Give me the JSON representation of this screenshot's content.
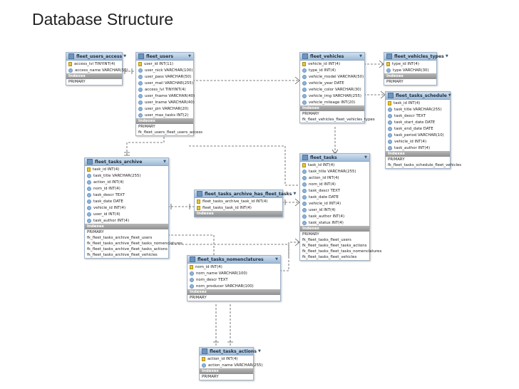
{
  "page_title": "Database Structure",
  "index_header": "Indexes",
  "tables": [
    {
      "name": "fleet_users_access",
      "columns": [
        {
          "text": "access_lvl TINYINT(4)",
          "key": true
        },
        {
          "text": "access_name VARCHAR(50)",
          "key": false
        }
      ],
      "indexes": [
        "PRIMARY"
      ]
    },
    {
      "name": "fleet_users",
      "columns": [
        {
          "text": "user_id INT(11)",
          "key": true
        },
        {
          "text": "user_nick VARCHAR(100)",
          "key": false
        },
        {
          "text": "user_pass VARCHAR(50)",
          "key": false
        },
        {
          "text": "user_mail VARCHAR(255)",
          "key": false
        },
        {
          "text": "access_lvl TINYINT(4)",
          "key": false
        },
        {
          "text": "user_fname VARCHAR(40)",
          "key": false
        },
        {
          "text": "user_lname VARCHAR(40)",
          "key": false
        },
        {
          "text": "user_pin VARCHAR(20)",
          "key": false
        },
        {
          "text": "user_max_tasks INT(2)",
          "key": false
        }
      ],
      "indexes": [
        "PRIMARY",
        "fk_fleet_users_fleet_users_access"
      ]
    },
    {
      "name": "fleet_vehicles",
      "columns": [
        {
          "text": "vehicle_id INT(4)",
          "key": true
        },
        {
          "text": "type_id INT(4)",
          "key": false
        },
        {
          "text": "vehicle_model VARCHAR(50)",
          "key": false
        },
        {
          "text": "vehicle_year DATE",
          "key": false
        },
        {
          "text": "vehicle_color VARCHAR(30)",
          "key": false
        },
        {
          "text": "vehicle_img VARCHAR(255)",
          "key": false
        },
        {
          "text": "vehicle_mileage INT(20)",
          "key": false
        }
      ],
      "indexes": [
        "PRIMARY",
        "fk_fleet_vehicles_fleet_vehicles_types"
      ]
    },
    {
      "name": "fleet_vehicles_types",
      "columns": [
        {
          "text": "type_id INT(4)",
          "key": true
        },
        {
          "text": "type VARCHAR(30)",
          "key": false
        }
      ],
      "indexes": [
        "PRIMARY"
      ]
    },
    {
      "name": "fleet_tasks_schedule",
      "columns": [
        {
          "text": "task_id INT(4)",
          "key": true
        },
        {
          "text": "task_title VARCHAR(255)",
          "key": false
        },
        {
          "text": "task_descr TEXT",
          "key": false
        },
        {
          "text": "task_start_date DATE",
          "key": false
        },
        {
          "text": "task_end_date DATE",
          "key": false
        },
        {
          "text": "task_period VARCHAR(10)",
          "key": false
        },
        {
          "text": "vehicle_id INT(4)",
          "key": false
        },
        {
          "text": "task_author INT(4)",
          "key": false
        }
      ],
      "indexes": [
        "PRIMARY",
        "fk_fleet_tasks_schedule_fleet_vehicles"
      ]
    },
    {
      "name": "fleet_tasks_archive",
      "columns": [
        {
          "text": "task_id INT(4)",
          "key": true
        },
        {
          "text": "task_title VARCHAR(255)",
          "key": false
        },
        {
          "text": "action_id INT(4)",
          "key": false
        },
        {
          "text": "nom_id INT(4)",
          "key": false
        },
        {
          "text": "task_descr TEXT",
          "key": false
        },
        {
          "text": "task_date DATE",
          "key": false
        },
        {
          "text": "vehicle_id INT(4)",
          "key": false
        },
        {
          "text": "user_id INT(4)",
          "key": false
        },
        {
          "text": "task_author INT(4)",
          "key": false
        }
      ],
      "indexes": [
        "PRIMARY",
        "fk_fleet_tasks_archive_fleet_users",
        "fk_fleet_tasks_archive_fleet_tasks_nomenclatures",
        "fk_fleet_tasks_archive_fleet_tasks_actions",
        "fk_fleet_tasks_archive_fleet_vehicles"
      ]
    },
    {
      "name": "fleet_tasks_archive_has_fleet_tasks",
      "columns": [
        {
          "text": "fleet_tasks_archive_task_id INT(4)",
          "key": true
        },
        {
          "text": "fleet_tasks_task_id INT(4)",
          "key": true
        }
      ],
      "indexes": []
    },
    {
      "name": "fleet_tasks",
      "columns": [
        {
          "text": "task_id INT(4)",
          "key": true
        },
        {
          "text": "task_title VARCHAR(255)",
          "key": false
        },
        {
          "text": "action_id INT(4)",
          "key": false
        },
        {
          "text": "nom_id INT(4)",
          "key": false
        },
        {
          "text": "task_descr TEXT",
          "key": false
        },
        {
          "text": "task_date DATE",
          "key": false
        },
        {
          "text": "vehicle_id INT(4)",
          "key": false
        },
        {
          "text": "user_id INT(4)",
          "key": false
        },
        {
          "text": "task_author INT(4)",
          "key": false
        },
        {
          "text": "task_status INT(4)",
          "key": false
        }
      ],
      "indexes": [
        "PRIMARY",
        "fk_fleet_tasks_fleet_users",
        "fk_fleet_tasks_fleet_tasks_actions",
        "fk_fleet_tasks_fleet_tasks_nomenclatures",
        "fk_fleet_tasks_fleet_vehicles"
      ]
    },
    {
      "name": "fleet_tasks_nomenclatures",
      "columns": [
        {
          "text": "nom_id INT(4)",
          "key": true
        },
        {
          "text": "nom_name VARCHAR(100)",
          "key": false
        },
        {
          "text": "nom_descr TEXT",
          "key": false
        },
        {
          "text": "nom_producer VARCHAR(100)",
          "key": false
        }
      ],
      "indexes": [
        "PRIMARY"
      ]
    },
    {
      "name": "fleet_tasks_actions",
      "columns": [
        {
          "text": "action_id INT(4)",
          "key": true
        },
        {
          "text": "action_name VARCHAR(255)",
          "key": false
        }
      ],
      "indexes": [
        "PRIMARY"
      ]
    }
  ]
}
